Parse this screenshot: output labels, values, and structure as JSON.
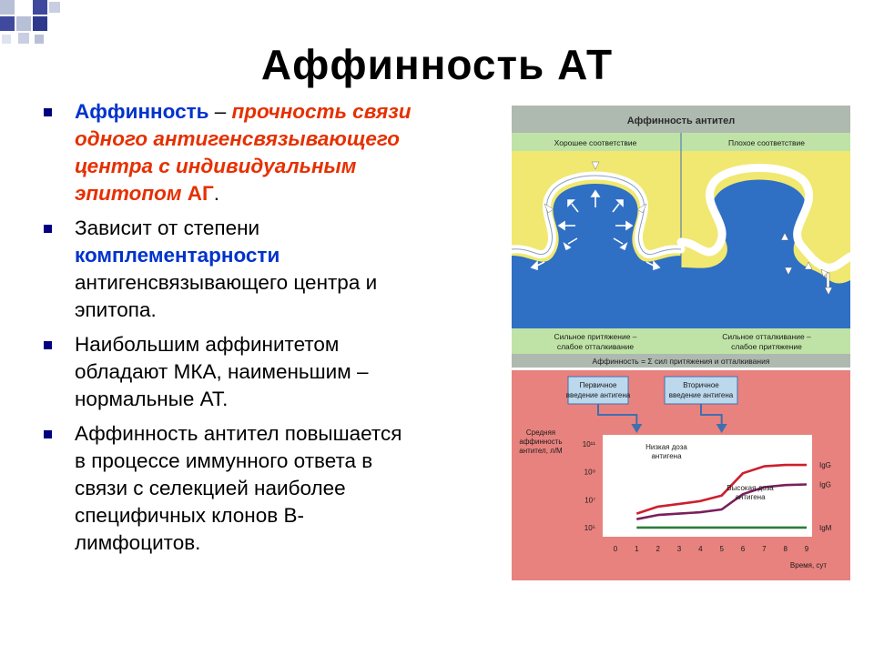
{
  "title": "Аффинность АТ",
  "bullets": [
    {
      "term": "Аффинность",
      "dash": " – ",
      "def1": "прочность связи",
      "def2": "одного антигенсвязывающего",
      "def3": "центра с индивидуальным",
      "def4": "эпитопом ",
      "def_ag": "АГ",
      "end": "."
    },
    {
      "line1": "Зависит от степени",
      "term": "комплементарности",
      "line3": "антигенсвязывающего центра и",
      "line4": "эпитопа."
    },
    {
      "line1": "Наибольшим аффинитетом",
      "line2": "обладают МКА, наименьшим –",
      "line3": "нормальные АТ."
    },
    {
      "line1": "Аффинность антител повышается",
      "line2": "в процессе иммунного ответа в",
      "line3": "связи с селекцией наиболее",
      "line4": "специфичных клонов В-",
      "line5": "лимфоцитов."
    }
  ],
  "figure_top": {
    "title": "Аффинность антител",
    "left_label": "Хорошее соответствие",
    "right_label": "Плохое соответствие",
    "left_caption_1": "Сильное притяжение –",
    "left_caption_2": "слабое отталкивание",
    "right_caption_1": "Сильное отталкивание –",
    "right_caption_2": "слабое притяжение",
    "formula": "Аффинность = Σ сил притяжения и отталкивания"
  },
  "chart_data": {
    "type": "line",
    "title": "",
    "ylabel": "Средняя аффинность антител, л/М",
    "xlabel": "Время, сут",
    "x": [
      0,
      1,
      2,
      3,
      4,
      5,
      6,
      7,
      8,
      9
    ],
    "x_ticks": [
      "0",
      "1",
      "2",
      "3",
      "4",
      "5",
      "6",
      "7",
      "8",
      "9"
    ],
    "y_ticks": [
      "10⁵",
      "10⁷",
      "10⁹",
      "10¹¹"
    ],
    "annotations": [
      "Первичное введение антигена",
      "Вторичное введение антигена",
      "Низкая доза антигена",
      "Высокая доза антигена"
    ],
    "markers": {
      "primary_injection_day": 1,
      "secondary_injection_day": 5
    },
    "series": [
      {
        "name": "IgG",
        "dose": "Низкая доза антигена",
        "color": "#cc1f2e",
        "points": [
          [
            1,
            6.0
          ],
          [
            2,
            6.5
          ],
          [
            3,
            6.7
          ],
          [
            4,
            6.9
          ],
          [
            5,
            7.3
          ],
          [
            6,
            8.9
          ],
          [
            7,
            9.4
          ],
          [
            8,
            9.5
          ],
          [
            9,
            9.5
          ]
        ]
      },
      {
        "name": "IgG",
        "dose": "Высокая доза антигена",
        "color": "#7a1f5c",
        "points": [
          [
            1,
            5.6
          ],
          [
            2,
            5.9
          ],
          [
            3,
            6.0
          ],
          [
            4,
            6.1
          ],
          [
            5,
            6.3
          ],
          [
            6,
            7.4
          ],
          [
            7,
            7.9
          ],
          [
            8,
            8.05
          ],
          [
            9,
            8.1
          ]
        ]
      },
      {
        "name": "IgM",
        "color": "#2e7d3a",
        "points": [
          [
            1,
            5.0
          ],
          [
            2,
            5.0
          ],
          [
            3,
            5.0
          ],
          [
            4,
            5.0
          ],
          [
            5,
            5.0
          ],
          [
            6,
            5.0
          ],
          [
            7,
            5.0
          ],
          [
            8,
            5.0
          ],
          [
            9,
            5.0
          ]
        ]
      }
    ],
    "colors": {
      "bottom_panel_bg": "#e8827e",
      "plot_bg": "#ffffff"
    }
  },
  "colors": {
    "title": "#000000",
    "bullet": "#000080",
    "term_blue": "#0033cc",
    "accent_red": "#e63000",
    "panel_yellow": "#f0e870",
    "antigen_blue": "#2f6fc4",
    "band_green": "#bfe3a6",
    "header_gray": "#aeb9b0"
  }
}
